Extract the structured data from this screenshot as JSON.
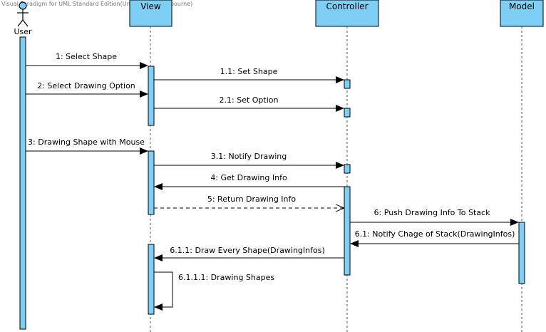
{
  "watermark": "Visual Paradigm for UML Standard Edition(University of Melbourne)",
  "colors": {
    "lifeline_fill": "#7ecff5",
    "stroke": "#000000",
    "line": "#555555"
  },
  "actor": {
    "label": "User",
    "icon": "stick-figure-actor-icon"
  },
  "participants": [
    {
      "id": "view",
      "label": "View"
    },
    {
      "id": "controller",
      "label": "Controller"
    },
    {
      "id": "model",
      "label": "Model"
    }
  ],
  "messages": [
    {
      "id": "m1",
      "label": "1: Select Shape",
      "from": "user",
      "to": "view",
      "type": "sync"
    },
    {
      "id": "m11",
      "label": "1.1: Set Shape",
      "from": "view",
      "to": "controller",
      "type": "sync"
    },
    {
      "id": "m2",
      "label": "2: Select Drawing Option",
      "from": "user",
      "to": "view",
      "type": "sync"
    },
    {
      "id": "m21",
      "label": "2.1: Set Option",
      "from": "view",
      "to": "controller",
      "type": "sync"
    },
    {
      "id": "m3",
      "label": "3: Drawing Shape with Mouse",
      "from": "user",
      "to": "view",
      "type": "sync"
    },
    {
      "id": "m31",
      "label": "3.1: Notify Drawing",
      "from": "view",
      "to": "controller",
      "type": "sync"
    },
    {
      "id": "m4",
      "label": "4: Get Drawing Info",
      "from": "controller",
      "to": "view",
      "type": "sync"
    },
    {
      "id": "m5",
      "label": "5: Return Drawing Info",
      "from": "view",
      "to": "controller",
      "type": "return"
    },
    {
      "id": "m6",
      "label": "6: Push Drawing Info To Stack",
      "from": "controller",
      "to": "model",
      "type": "sync"
    },
    {
      "id": "m61",
      "label": "6.1: Notify Chage of Stack(DrawingInfos)",
      "from": "model",
      "to": "controller",
      "type": "sync"
    },
    {
      "id": "m611",
      "label": "6.1.1: Draw Every Shape(DrawingInfos)",
      "from": "controller",
      "to": "view",
      "type": "sync"
    },
    {
      "id": "m6111",
      "label": "6.1.1.1: Drawing Shapes",
      "from": "view",
      "to": "view",
      "type": "self"
    }
  ]
}
